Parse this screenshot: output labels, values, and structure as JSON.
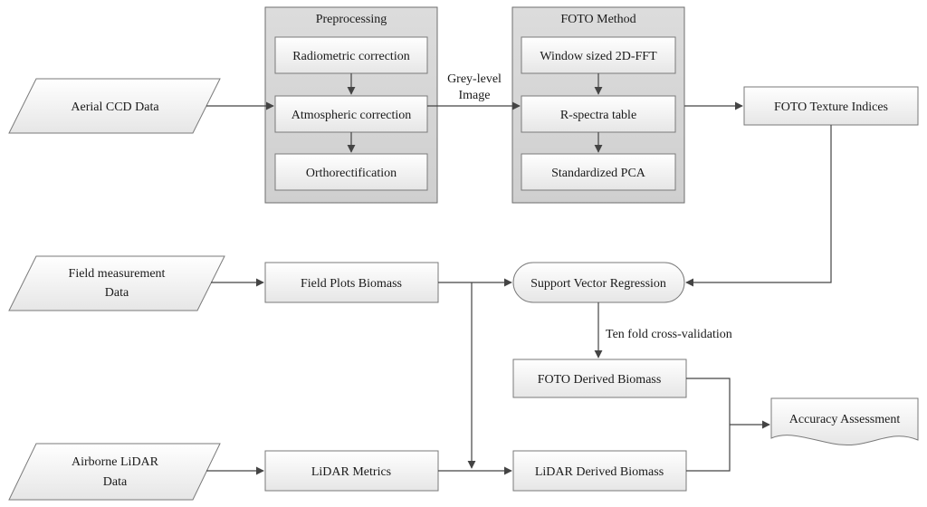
{
  "diagram": {
    "inputs": {
      "aerial": "Aerial CCD Data",
      "field_line1": "Field measurement",
      "field_line2": "Data",
      "lidar_line1": "Airborne LiDAR",
      "lidar_line2": "Data"
    },
    "preprocessing": {
      "title": "Preprocessing",
      "steps": [
        "Radiometric correction",
        "Atmospheric correction",
        "Orthorectification"
      ]
    },
    "foto_method": {
      "title": "FOTO Method",
      "steps": [
        "Window sized 2D-FFT",
        "R-spectra table",
        "Standardized PCA"
      ]
    },
    "edge_labels": {
      "grey_level_line1": "Grey-level",
      "grey_level_line2": "Image",
      "cross_validation": "Ten fold cross-validation"
    },
    "nodes": {
      "foto_texture_indices": "FOTO Texture Indices",
      "field_plots_biomass": "Field Plots Biomass",
      "svr": "Support Vector Regression",
      "foto_derived_biomass": "FOTO Derived Biomass",
      "lidar_metrics": "LiDAR Metrics",
      "lidar_derived_biomass": "LiDAR Derived Biomass",
      "accuracy_assessment": "Accuracy Assessment"
    },
    "colors": {
      "group_fill": "#d6d6d6",
      "group_stroke": "#6e6e6e",
      "box_fill": "#f4f4f4",
      "box_stroke": "#7a7a7a",
      "arrow": "#444444"
    }
  }
}
